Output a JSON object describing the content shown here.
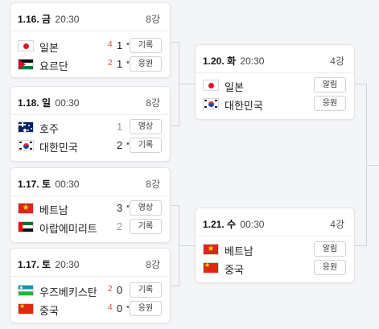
{
  "matches": [
    {
      "date": "1.16. 금",
      "time": "20:30",
      "round": "8강",
      "teams": [
        {
          "name": "일본",
          "flag": "japan-flag-icon",
          "pk": "4",
          "score": "1",
          "dot": "•",
          "button": "기록"
        },
        {
          "name": "요르단",
          "flag": "jordan-flag-icon",
          "pk": "2",
          "score": "1",
          "dot": "•",
          "button": "응원"
        }
      ]
    },
    {
      "date": "1.18. 일",
      "time": "00:30",
      "round": "8강",
      "teams": [
        {
          "name": "호주",
          "flag": "australia-flag-icon",
          "pk": "",
          "score": "1",
          "dot": "",
          "button": "영상"
        },
        {
          "name": "대한민국",
          "flag": "south-korea-flag-icon",
          "pk": "",
          "score": "2",
          "dot": "•",
          "button": "기록"
        }
      ]
    },
    {
      "date": "1.17. 토",
      "time": "00:30",
      "round": "8강",
      "teams": [
        {
          "name": "베트남",
          "flag": "vietnam-flag-icon",
          "pk": "",
          "score": "3",
          "dot": "•",
          "button": "영상"
        },
        {
          "name": "아랍에미리트",
          "flag": "uae-flag-icon",
          "pk": "",
          "score": "2",
          "dot": "",
          "button": "기록"
        }
      ]
    },
    {
      "date": "1.17. 토",
      "time": "20:30",
      "round": "8강",
      "teams": [
        {
          "name": "우즈베키스탄",
          "flag": "uzbekistan-flag-icon",
          "pk": "2",
          "score": "0",
          "dot": "",
          "button": "기록"
        },
        {
          "name": "중국",
          "flag": "china-flag-icon",
          "pk": "4",
          "score": "0",
          "dot": "•",
          "button": "응원"
        }
      ]
    },
    {
      "date": "1.20. 화",
      "time": "20:30",
      "round": "4강",
      "teams": [
        {
          "name": "일본",
          "flag": "japan-flag-icon",
          "button": "알림"
        },
        {
          "name": "대한민국",
          "flag": "south-korea-flag-icon",
          "button": "응원"
        }
      ]
    },
    {
      "date": "1.21. 수",
      "time": "00:30",
      "round": "4강",
      "teams": [
        {
          "name": "베트남",
          "flag": "vietnam-flag-icon",
          "button": "알림"
        },
        {
          "name": "중국",
          "flag": "china-flag-icon",
          "button": "응원"
        }
      ]
    }
  ],
  "colors": {
    "pk": "#e0463d",
    "accent_text": "#222222",
    "bracket_line": "#cfd3d8"
  }
}
